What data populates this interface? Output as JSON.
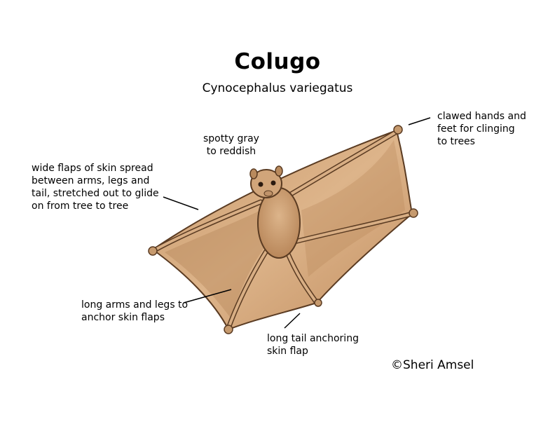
{
  "title": "Colugo",
  "subtitle": "Cynocephalus variegatus",
  "labels": {
    "claws": "clawed hands and\nfeet for clinging\nto trees",
    "coat": "spotty gray\nto reddish",
    "flaps": "wide flaps of skin spread\nbetween arms, legs and\ntail, stretched out to glide\non from tree to tree",
    "limbs": "long arms and legs to\nanchor skin flaps",
    "tail": "long tail anchoring\nskin flap"
  },
  "copyright": "©Sheri Amsel",
  "colors": {
    "skin": "#d4aa7e",
    "skin_dark": "#a8794d",
    "outline": "#5a3b22",
    "pointer": "#000000"
  }
}
